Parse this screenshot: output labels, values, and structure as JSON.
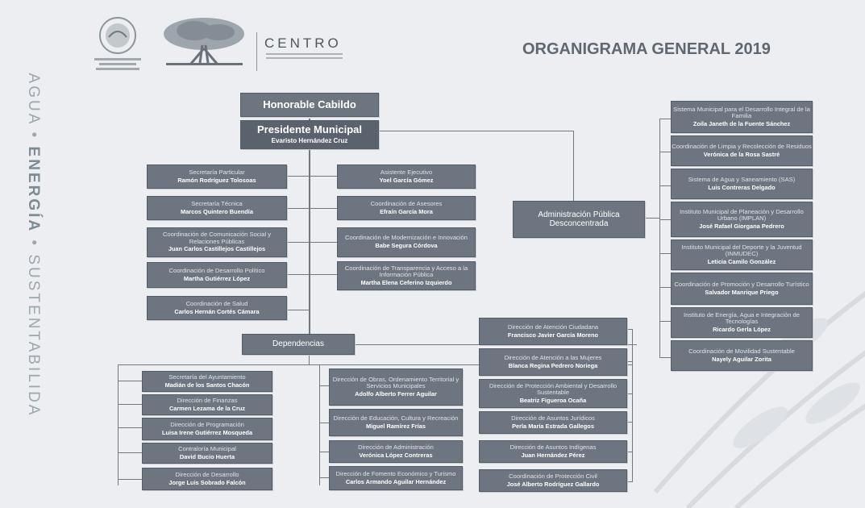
{
  "side_text": {
    "part1": "AGUA",
    "sep1": "•",
    "part2": "ENERGÍA",
    "sep2": "•",
    "part3": "SUSTENTABILIDA"
  },
  "header": {
    "brand": "CENTRO",
    "title": "ORGANIGRAMA GENERAL 2019"
  },
  "top": [
    {
      "title": "Honorable Cabildo",
      "name": ""
    },
    {
      "title": "Presidente Municipal",
      "name": "Evaristo Hernández Cruz"
    }
  ],
  "left_staff": [
    {
      "title": "Secretaría Particular",
      "name": "Ramón Rodríguez Tolosoas"
    },
    {
      "title": "Secretaría Técnica",
      "name": "Marcos Quintero Buendía"
    },
    {
      "title": "Coordinación de Comunicación Social y Relaciones Públicas",
      "name": "Juan Carlos Castillejos Castillejos"
    },
    {
      "title": "Coordinación de Desarrollo Político",
      "name": "Martha Gutiérrez López"
    },
    {
      "title": "Coordinación de Salud",
      "name": "Carlos Hernán Cortés Cámara"
    }
  ],
  "right_staff": [
    {
      "title": "Asistente Ejecutivo",
      "name": "Yoel García Gómez"
    },
    {
      "title": "Coordinación de Asesores",
      "name": "Efraín García Mora"
    },
    {
      "title": "Coordinación de Modernización e Innovación",
      "name": "Babe Segura Córdova"
    },
    {
      "title": "Coordinación de Transparencia y Acceso a la Información Pública",
      "name": "Martha Elena Ceferino Izquierdo"
    }
  ],
  "admin": {
    "title": "Administración Pública Desconcentrada"
  },
  "decentralized": [
    {
      "title": "Sistema Municipal para el Desarrollo Integral de la Familia",
      "name": "Zoila Janeth de la Fuente Sánchez"
    },
    {
      "title": "Coordinación de Limpia y Recolección de Residuos",
      "name": "Verónica de la Rosa Sastré"
    },
    {
      "title": "Sistema de Agua y Saneamiento (SAS)",
      "name": "Luis Contreras Delgado"
    },
    {
      "title": "Instituto Municipal de Planeación y Desarrollo Urbano (IMPLAN)",
      "name": "José Rafael Giorgana Pedrero"
    },
    {
      "title": "Instituto Municipal del Deporte y la Juventud (INMUDEC)",
      "name": "Leticia Camilo González"
    },
    {
      "title": "Coordinación de Promoción y Desarrollo Turístico",
      "name": "Salvador Manrique Priego"
    },
    {
      "title": "Instituto de Energía, Agua e Integración de Tecnologías",
      "name": "Ricardo Gerla López"
    },
    {
      "title": "Coordinación de Movilidad Sustentable",
      "name": "Nayely Aguilar Zorita"
    }
  ],
  "dependencias": {
    "title": "Dependencias"
  },
  "dep_col1": [
    {
      "title": "Secretaría del Ayuntamiento",
      "name": "Madián de los Santos Chacón"
    },
    {
      "title": "Dirección de Finanzas",
      "name": "Carmen Lezama de la Cruz"
    },
    {
      "title": "Dirección de Programación",
      "name": "Luisa Irene Gutiérrez Mosqueda"
    },
    {
      "title": "Contraloría Municipal",
      "name": "David Bucio Huerta"
    },
    {
      "title": "Dirección de Desarrollo",
      "name": "Jorge Luis Sobrado Falcón"
    }
  ],
  "dep_col2": [
    {
      "title": "Dirección de Obras, Ordenamiento Territorial y Servicios Municipales",
      "name": "Adolfo Alberto Ferrer Aguilar"
    },
    {
      "title": "Dirección de Educación, Cultura y Recreación",
      "name": "Miguel Ramírez Frías"
    },
    {
      "title": "Dirección de Administración",
      "name": "Verónica López Contreras"
    },
    {
      "title": "Dirección de Fomento Económico y Turismo",
      "name": "Carlos Armando Aguilar Hernández"
    }
  ],
  "dep_col3": [
    {
      "title": "Dirección de Atención Ciudadana",
      "name": "Francisco Javier García Moreno"
    },
    {
      "title": "Dirección de Atención a las Mujeres",
      "name": "Blanca Regina Pedrero Noriega"
    },
    {
      "title": "Dirección de Protección Ambiental y Desarrollo Sustentable",
      "name": "Beatriz Figueroa Ocaña"
    },
    {
      "title": "Dirección de Asuntos Jurídicos",
      "name": "Perla María Estrada Gallegos"
    },
    {
      "title": "Dirección de Asuntos Indígenas",
      "name": "Juan Hernández Pérez"
    },
    {
      "title": "Coordinación de Protección Civil",
      "name": "José Alberto Rodríguez Gallardo"
    }
  ]
}
